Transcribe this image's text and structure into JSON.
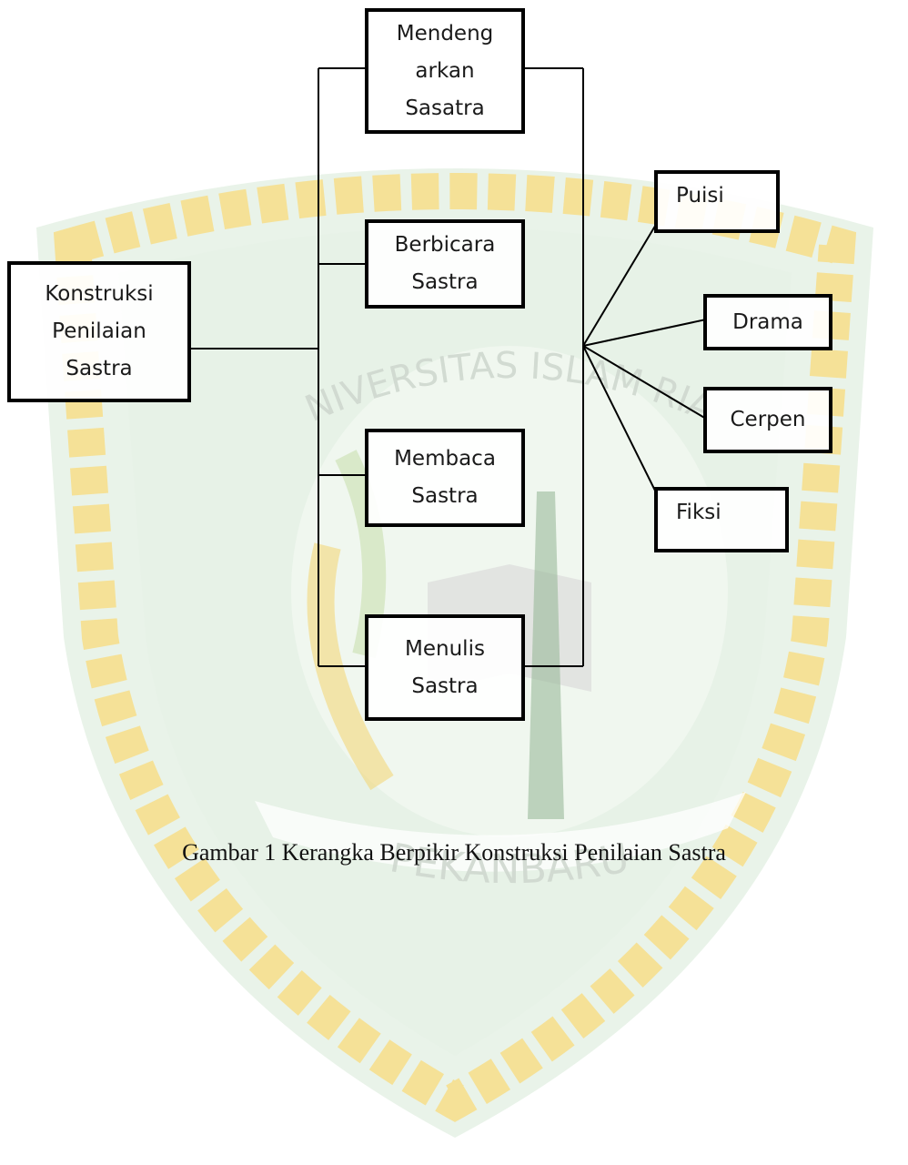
{
  "diagram": {
    "root": "Konstruksi\nPenilaian\nSastra",
    "skills": [
      "Mendeng\narkan\nSasatra",
      "Berbicara\nSastra",
      "Membaca\nSastra",
      "Menulis\nSastra"
    ],
    "genres": [
      "Puisi",
      "Drama",
      "Cerpen",
      "Fiksi"
    ]
  },
  "caption": "Gambar 1 Kerangka Berpikir Konstruksi Penilaian Sastra",
  "watermark": {
    "top_text": "UNIVERSITAS ISLAM RIAU",
    "bottom_text": "PEKANBARU",
    "colors": {
      "green": "#2e7d32",
      "light_green": "#a5d6a7",
      "gold": "#f4c430"
    }
  }
}
